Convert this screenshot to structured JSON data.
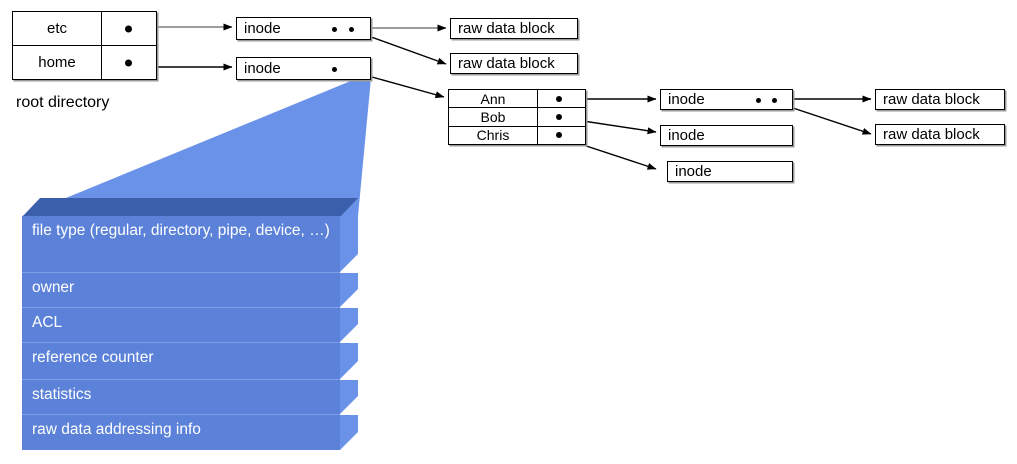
{
  "diagram": {
    "title": "unix-inode-filesystem-diagram",
    "colors": {
      "box_border": "#000000",
      "box_shadow": "#9a9a9a",
      "arrow": "#000000",
      "slab_front": "#5b81d8",
      "slab_side": "#6a92e8",
      "slab_top": "#3c5fab",
      "slab_text": "#ffffff",
      "funnel": "#6a92e8",
      "background": "#ffffff"
    }
  },
  "root_directory": {
    "caption": "root directory",
    "rows": [
      {
        "name": "etc",
        "pointer": "●"
      },
      {
        "name": "home",
        "pointer": "●"
      }
    ]
  },
  "home_directory": {
    "rows": [
      {
        "name": "Ann",
        "pointer": "●"
      },
      {
        "name": "Bob",
        "pointer": "●"
      },
      {
        "name": "Chris",
        "pointer": "●"
      }
    ]
  },
  "inodes": [
    {
      "id": "inode-etc",
      "label": "inode",
      "pointers": 2
    },
    {
      "id": "inode-home",
      "label": "inode",
      "pointers": 1
    },
    {
      "id": "inode-ann",
      "label": "inode",
      "pointers": 2
    },
    {
      "id": "inode-bob",
      "label": "inode",
      "pointers": 0
    },
    {
      "id": "inode-chris",
      "label": "inode",
      "pointers": 0
    }
  ],
  "raw_data_blocks": [
    {
      "id": "rdb-1",
      "label": "raw data block"
    },
    {
      "id": "rdb-2",
      "label": "raw data block"
    },
    {
      "id": "rdb-3",
      "label": "raw data block"
    },
    {
      "id": "rdb-4",
      "label": "raw data block"
    }
  ],
  "inode_detail": {
    "fields": [
      "file type (regular, directory, pipe, device, …)",
      "owner",
      "ACL",
      "reference counter",
      "statistics",
      "raw data addressing info"
    ]
  }
}
